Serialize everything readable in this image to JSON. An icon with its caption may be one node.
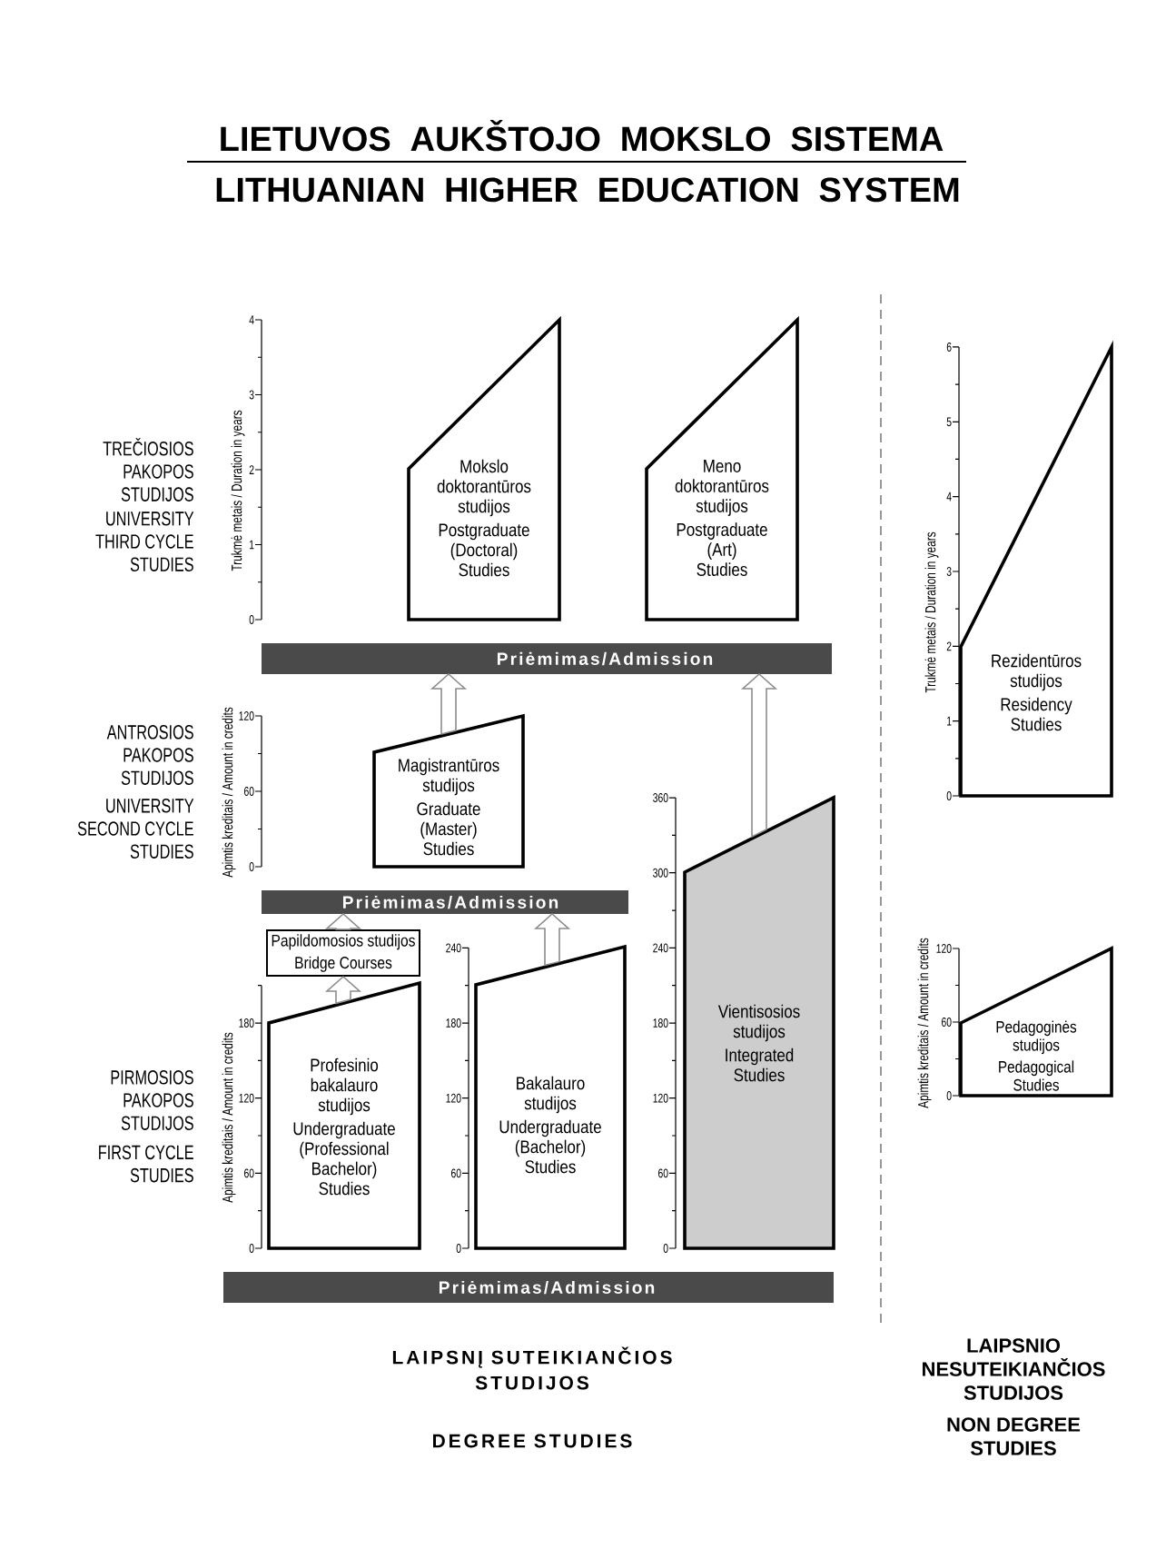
{
  "diagram": {
    "title": "LIETUVOS AUKŠTOJO MOKSLO SISTEMA",
    "nodes": [
      {
        "text": [
          "Mokslo doktorantūros studijos",
          "Postgraduate (Doctoral) Studies"
        ]
      },
      {
        "text": [
          "Meno doktorantūros studijos",
          "Postgraduate (Art) Studies"
        ]
      },
      {
        "text": [
          "Priėmimas/Admission"
        ]
      },
      {
        "text": [
          "Magistrantūros studijos",
          "Graduate (Master) Studies"
        ]
      },
      {
        "text": [
          "Priėmimas/Admission"
        ]
      },
      {
        "text": [
          "Papildomosios studijos",
          "Bridge Courses"
        ]
      },
      {
        "text": [
          "Profesinio bakalauro studijos",
          "Undergraduate (Professional Bachelor) Studies"
        ]
      },
      {
        "text": [
          "Bakalauro studijos",
          "Undergraduate (Bachelor) Studies"
        ]
      },
      {
        "text": [
          "Vientisosios studijos",
          "Integrated Studies"
        ]
      },
      {
        "text": [
          "Priėmimas/Admission"
        ]
      },
      {
        "text": [
          "Rezidentūros studijos",
          "Residency Studies"
        ]
      },
      {
        "text": [
          "Pedagoginės studijos",
          "Pedagogical Studies"
        ]
      }
    ],
    "edges": [
      {
        "from": 3,
        "to": 2,
        "arrow": "to"
      },
      {
        "from": 8,
        "to": 2,
        "arrow": "to"
      },
      {
        "from": 5,
        "to": 4,
        "arrow": "to"
      },
      {
        "from": 7,
        "to": 4,
        "arrow": "to"
      },
      {
        "from": 6,
        "to": 5,
        "arrow": "to"
      }
    ],
    "labels": [
      "LITHUANIAN HIGHER EDUCATION SYSTEM",
      "TREČIOSIOS PAKOPOS STUDIJOS",
      "UNIVERSITY THIRD CYCLE STUDIES",
      "Trukmė metais / Duration in years",
      "4",
      "3",
      "2",
      "1",
      "0",
      "Trukmė metais / Duration in years",
      "6",
      "5",
      "4",
      "3",
      "2",
      "1",
      "0",
      "ANTROSIOS PAKOPOS STUDIJOS",
      "UNIVERSITY SECOND CYCLE STUDIES",
      "Apimtis kreditais / Amount in credits",
      "120",
      "60",
      "0",
      "360",
      "300",
      "240",
      "180",
      "120",
      "60",
      "0",
      "PIRMOSIOS PAKOPOS STUDIJOS",
      "FIRST CYCLE STUDIES",
      "Apimtis kreditais / Amount in credits",
      "180",
      "120",
      "60",
      "0",
      "240",
      "180",
      "120",
      "60",
      "0",
      "Apimtis kreditais / Amount in credits",
      "120",
      "60",
      "0",
      "LAIPSNĮ SUTEIKIANČIOS STUDIJOS",
      "DEGREE STUDIES",
      "LAIPSNIO NESUTEIKIANČIOS STUDIJOS",
      "NON DEGREE STUDIES"
    ]
  }
}
